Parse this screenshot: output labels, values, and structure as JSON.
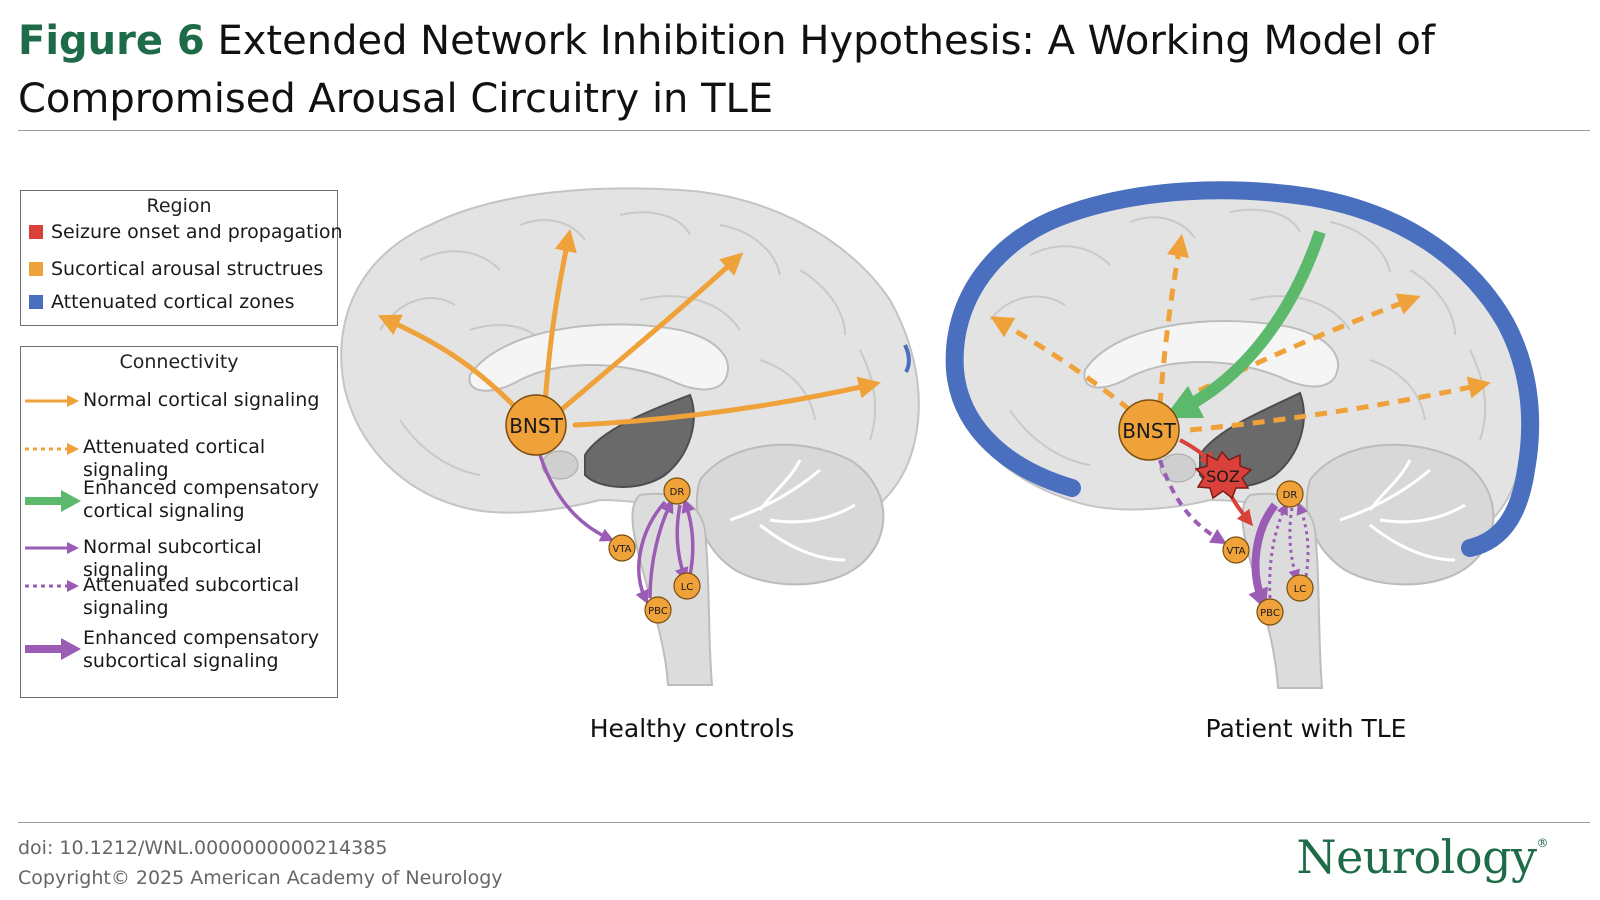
{
  "header": {
    "figure_label": "Figure 6",
    "title": "Extended Network Inhibition Hypothesis: A Working Model of Compromised Arousal Circuitry in TLE"
  },
  "legend_region": {
    "heading": "Region",
    "items": [
      {
        "label": "Seizure onset and propagation",
        "color": "#d9413a"
      },
      {
        "label": "Sucortical arousal structrues",
        "color": "#f0a23a"
      },
      {
        "label": "Attenuated cortical zones",
        "color": "#4a6fbf"
      }
    ]
  },
  "legend_connectivity": {
    "heading": "Connectivity",
    "items": [
      {
        "label": "Normal cortical signaling",
        "style": "solid",
        "color": "#f0a23a"
      },
      {
        "label": "Attenuated cortical signaling",
        "style": "dotted",
        "color": "#f0a23a"
      },
      {
        "label": "Enhanced compensatory cortical signaling",
        "style": "thick",
        "color": "#5cb86a"
      },
      {
        "label": "Normal subcortical signaling",
        "style": "solid",
        "color": "#9a5cb4"
      },
      {
        "label": "Attenuated subcortical signaling",
        "style": "dotted",
        "color": "#9a5cb4"
      },
      {
        "label": "Enhanced compensatory subcortical signaling",
        "style": "thick",
        "color": "#9a5cb4"
      }
    ]
  },
  "panels": {
    "left_label": "Healthy controls",
    "right_label": "Patient with TLE"
  },
  "nodes": {
    "bnst": "BNST",
    "dr": "DR",
    "vta": "VTA",
    "lc": "LC",
    "pbc": "PBC",
    "soz": "SOZ"
  },
  "footer": {
    "doi": "doi: 10.1212/WNL.0000000000214385",
    "copyright": "Copyright© 2025 American Academy of Neurology",
    "journal": "Neurology"
  },
  "colors": {
    "orange": "#f0a23a",
    "purple": "#9a5cb4",
    "green": "#5cb86a",
    "blue": "#4a6fbf",
    "red": "#d9413a",
    "brand_green": "#1d6b49"
  }
}
